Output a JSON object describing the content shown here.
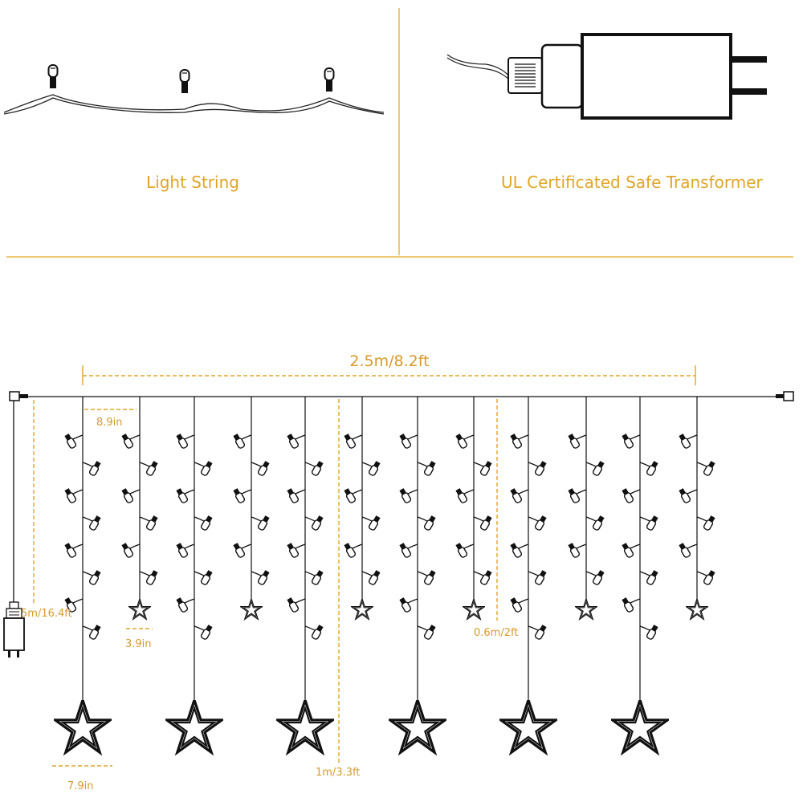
{
  "panels": {
    "light_string_label": "Light String",
    "transformer_label": "UL Certificated Safe Transformer"
  },
  "dimensions": {
    "total_width": "2.5m/8.2ft",
    "strand_spacing": "8.9in",
    "lead_length": "5m/16.4ft",
    "small_star_size": "3.9in",
    "short_strand_length": "0.6m/2ft",
    "long_strand_length": "1m/3.3ft",
    "big_star_size": "7.9in"
  },
  "colors": {
    "accent": "#e0a526",
    "line": "#111111",
    "divider": "#e8b84a"
  },
  "icons": {
    "bulb": "bulb-icon",
    "star": "star-icon",
    "plug": "plug-icon",
    "transformer": "transformer-icon"
  }
}
